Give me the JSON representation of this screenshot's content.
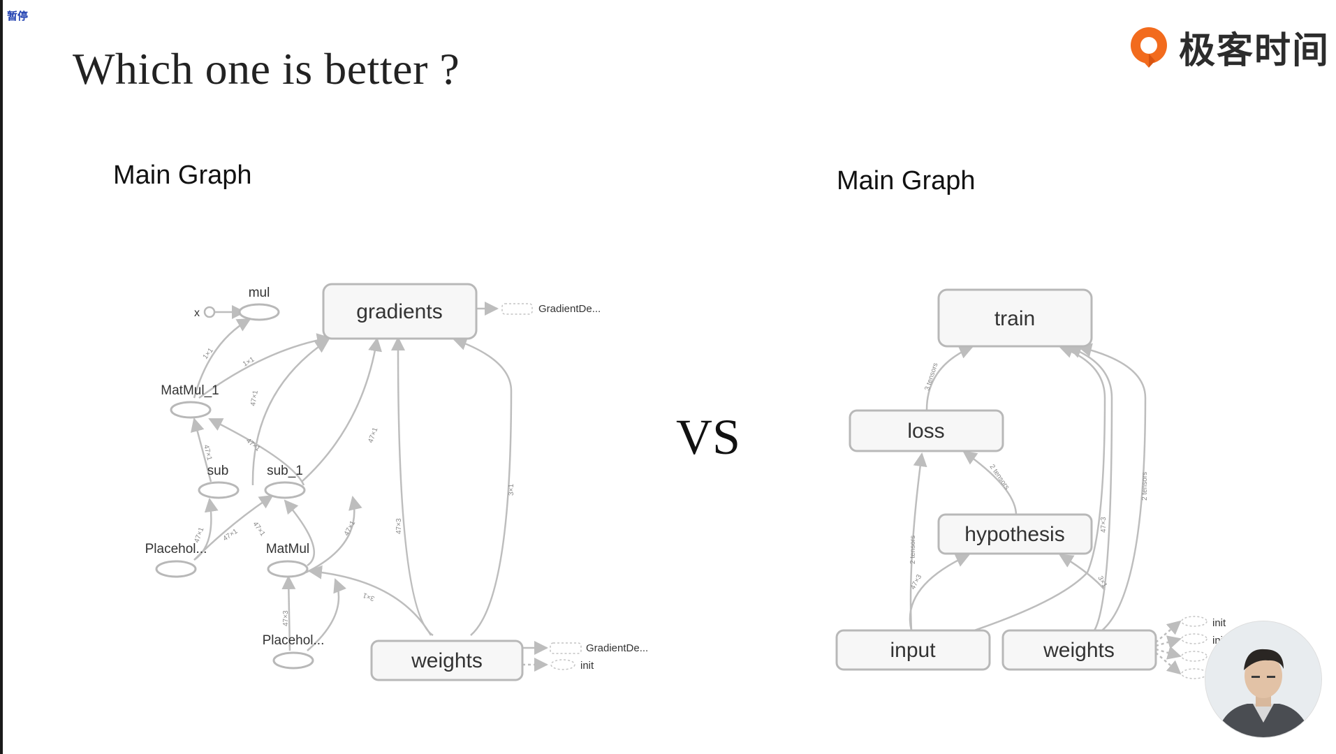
{
  "badge": "暂停",
  "slide": {
    "title": "Which one is better ?",
    "vs": "VS"
  },
  "brand": {
    "name": "极客时间",
    "color": "#f26b1d"
  },
  "left_graph": {
    "title": "Main Graph",
    "nodes": {
      "gradients": "gradients",
      "weights": "weights",
      "mul": "mul",
      "x": "x",
      "matmul_1": "MatMul_1",
      "sub": "sub",
      "sub_1": "sub_1",
      "placeholder_a": "Placehol...",
      "matmul": "MatMul",
      "placeholder_b": "Placehol...",
      "gradient_out_1": "GradientDe...",
      "gradient_out_2": "GradientDe...",
      "init": "init"
    },
    "edges": {
      "e1": "1×1",
      "e2": "1×1",
      "e3": "47×1",
      "e4": "47×1",
      "e5": "47×1",
      "e6": "47×1",
      "e7": "47×1",
      "e8": "47×1",
      "e9": "47×1",
      "e10": "47×3",
      "e11": "3×1",
      "e12": "47×3",
      "e13": "3×1"
    }
  },
  "right_graph": {
    "title": "Main Graph",
    "nodes": {
      "train": "train",
      "loss": "loss",
      "hypothesis": "hypothesis",
      "input": "input",
      "weights": "weights",
      "init_1": "init",
      "init_2": "init"
    },
    "edges": {
      "e1": "3 tensors",
      "e2": "2 tensors",
      "e3": "2 tensors",
      "e4": "47×3",
      "e5": "47×3",
      "e6": "2 tensors",
      "e7": "3×1"
    }
  },
  "webcam": {
    "icon": "presenter-avatar"
  }
}
